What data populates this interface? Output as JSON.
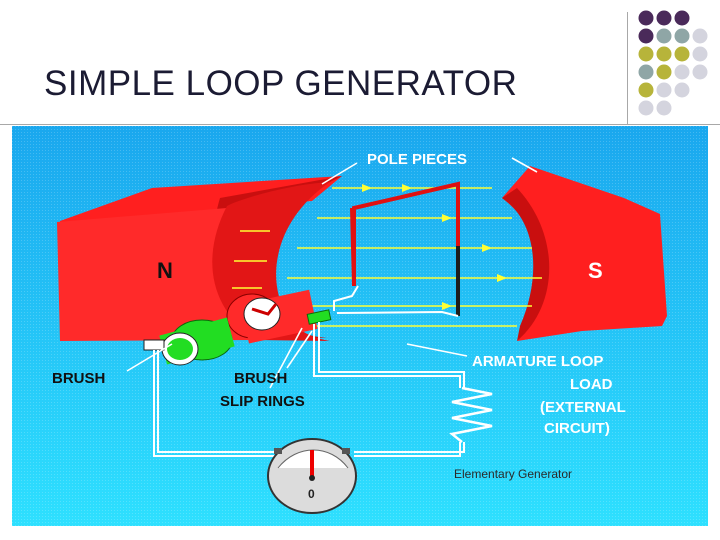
{
  "slide": {
    "title": "SIMPLE LOOP GENERATOR"
  },
  "decoration": {
    "dot_colors": [
      "#4a2a5a",
      "#8fa6a6",
      "#b7b43a",
      "#d4d4de"
    ]
  },
  "diagram": {
    "labels": {
      "pole_pieces": "POLE PIECES",
      "north": "N",
      "south": "S",
      "brush_left": "BRUSH",
      "brush_center": "BRUSH",
      "slip_rings": "SLIP RINGS",
      "armature_loop": "ARMATURE LOOP",
      "load_line1": "LOAD",
      "load_line2": "(EXTERNAL",
      "load_line3": "CIRCUIT)",
      "meter_zero": "0",
      "caption": "Elementary Generator"
    },
    "colors": {
      "background_top": "#1aa7ee",
      "background_bottom": "#2ee0ff",
      "magnet": "#ff1f1f",
      "magnet_shade": "#c90f0f",
      "flux_lines": "#ffff33",
      "slip_ring": "#22dd22",
      "wire": "#ffffff"
    }
  }
}
